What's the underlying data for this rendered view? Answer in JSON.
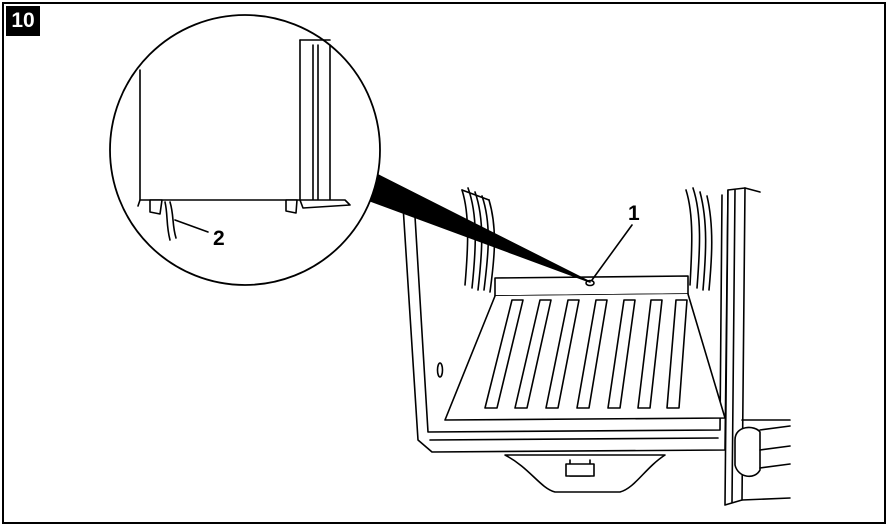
{
  "figure": {
    "number": "10",
    "callouts": {
      "drain_opening": "1",
      "drain_hose": "2"
    }
  }
}
